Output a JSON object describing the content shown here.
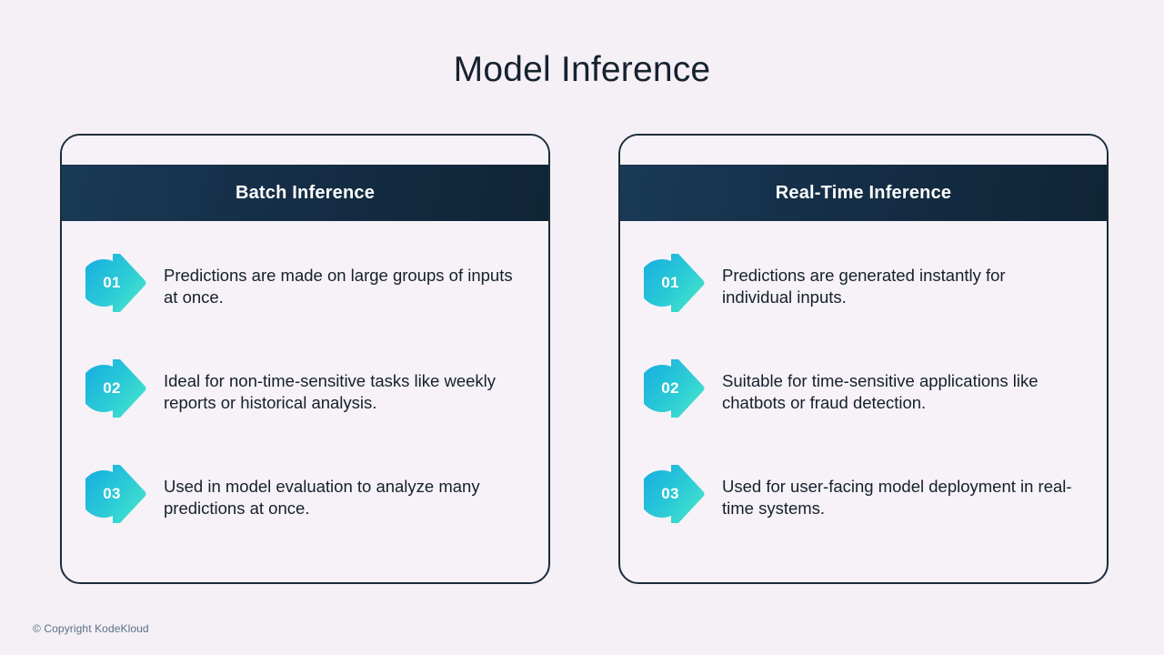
{
  "slide": {
    "title": "Model Inference",
    "background_color": "#f4f0f5",
    "title_color": "#16222f"
  },
  "theme": {
    "header_navy": "#16304a",
    "badge_gradient_start": "#22b4d8",
    "badge_gradient_end": "#41e4cf",
    "card_border": "#1d2b3a",
    "card_background": "#f6f2f7",
    "body_text": "#15202b",
    "footer_text": "#5a7184"
  },
  "cards": [
    {
      "title": "Batch Inference",
      "items": [
        {
          "number": "01",
          "text": "Predictions are made on large groups of inputs at once."
        },
        {
          "number": "02",
          "text": "Ideal for non-time-sensitive tasks like weekly reports or historical analysis."
        },
        {
          "number": "03",
          "text": "Used in model evaluation to analyze many predictions at once."
        }
      ]
    },
    {
      "title": "Real-Time Inference",
      "items": [
        {
          "number": "01",
          "text": "Predictions are generated instantly for individual inputs."
        },
        {
          "number": "02",
          "text": "Suitable for time-sensitive applications like chatbots or fraud detection."
        },
        {
          "number": "03",
          "text": "Used for user-facing model deployment in real-time systems."
        }
      ]
    }
  ],
  "footer": {
    "copyright": "© Copyright KodeKloud"
  }
}
